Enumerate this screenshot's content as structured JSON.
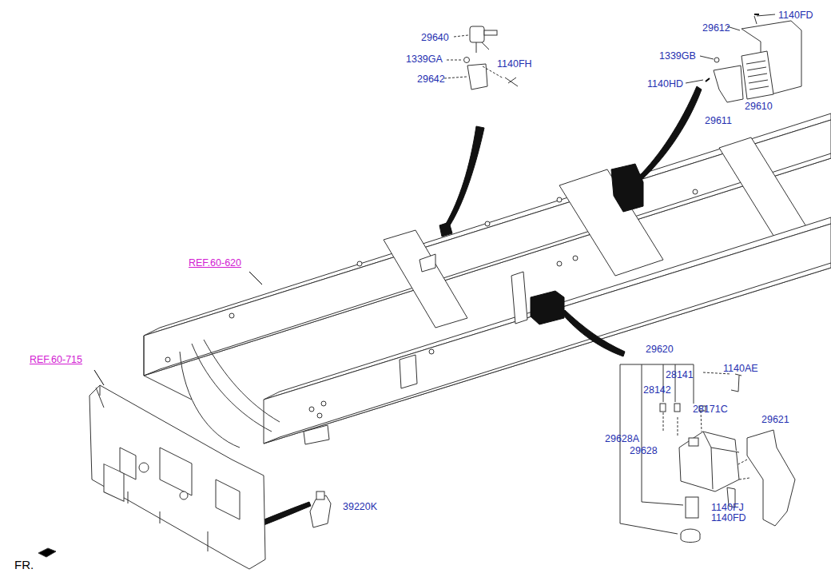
{
  "diagram": {
    "labels": [
      "29640",
      "1339GA",
      "1140FH",
      "29642",
      "29612",
      "1140FD",
      "1339GB",
      "1140HD",
      "29610",
      "29611",
      "REF.60-620",
      "REF.60-715",
      "29620",
      "28141",
      "1140AE",
      "28142",
      "28171C",
      "29621",
      "29628A",
      "29628",
      "1140FJ",
      "1140FD",
      "39220K",
      "FR."
    ]
  }
}
